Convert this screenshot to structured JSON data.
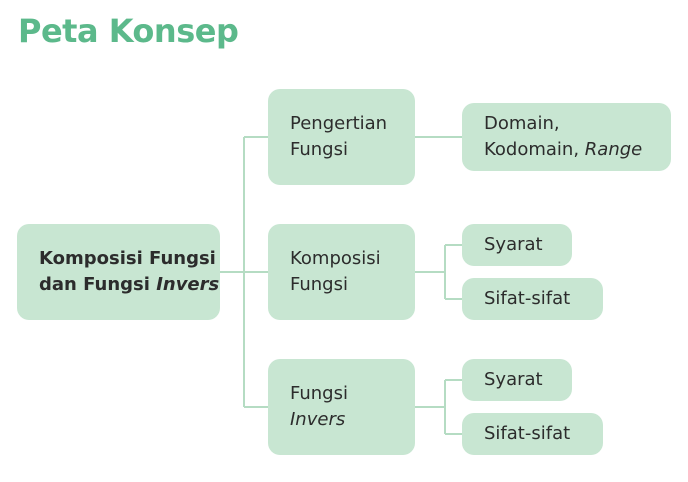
{
  "title": "Peta Konsep",
  "root": {
    "line1": "Komposisi Fungsi",
    "line2_prefix": "dan Fungsi ",
    "line2_italic": "Invers"
  },
  "branches": [
    {
      "line1": "Pengertian",
      "line2": "Fungsi",
      "children": [
        {
          "line1": "Domain,",
          "line2_prefix": "Kodomain, ",
          "line2_italic": "Range"
        }
      ]
    },
    {
      "line1": "Komposisi",
      "line2": "Fungsi",
      "children": [
        {
          "label": "Syarat"
        },
        {
          "label": "Sifat-sifat"
        }
      ]
    },
    {
      "line1": "Fungsi",
      "line2_italic": "Invers",
      "children": [
        {
          "label": "Syarat"
        },
        {
          "label": "Sifat-sifat"
        }
      ]
    }
  ],
  "colors": {
    "title": "#5cb98b",
    "node_fill": "#c8e6d2",
    "connector": "#b5dcc3",
    "text": "#2c2c2c"
  }
}
